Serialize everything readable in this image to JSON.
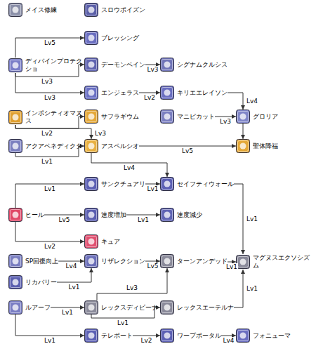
{
  "diagram": {
    "nodes": [
      {
        "text": [
          "メイス修練"
        ]
      },
      {
        "text": [
          "スロウポイズン"
        ]
      },
      {
        "text": [
          "ブレッシング"
        ]
      },
      {
        "text": [
          "ディバインプロテクショ"
        ]
      },
      {
        "text": [
          "デーモンベイン"
        ]
      },
      {
        "text": [
          "シグナムクルシス"
        ]
      },
      {
        "text": [
          "エンジェラス"
        ]
      },
      {
        "text": [
          "キリエエレイソン"
        ]
      },
      {
        "text": [
          "インポシティオマヌス"
        ]
      },
      {
        "text": [
          "サフラギウム"
        ]
      },
      {
        "text": [
          "マニピカット"
        ]
      },
      {
        "text": [
          "グロリア"
        ]
      },
      {
        "text": [
          "アクアベネディクタ"
        ]
      },
      {
        "text": [
          "アスペルシオ"
        ]
      },
      {
        "text": [
          "聖体降福"
        ]
      },
      {
        "text": [
          "サンクチュアリ"
        ]
      },
      {
        "text": [
          "セイフティウォール"
        ]
      },
      {
        "text": [
          "ヒール"
        ]
      },
      {
        "text": [
          "速度増加"
        ]
      },
      {
        "text": [
          "速度減少"
        ]
      },
      {
        "text": [
          "キュア"
        ]
      },
      {
        "text": [
          "SP回復向上"
        ]
      },
      {
        "text": [
          "リザレクション"
        ]
      },
      {
        "text": [
          "ターンアンデッド"
        ]
      },
      {
        "text": [
          "マグヌスエクソシズム"
        ]
      },
      {
        "text": [
          "リカバリー"
        ]
      },
      {
        "text": [
          "ルアーフ"
        ]
      },
      {
        "text": [
          "レックスディビーナ"
        ]
      },
      {
        "text": [
          "レックスエーテルナ"
        ]
      },
      {
        "text": [
          "テレポート"
        ]
      },
      {
        "text": [
          "ワープポータル"
        ]
      },
      {
        "text": [
          "フォニューマ"
        ]
      }
    ],
    "edges": [
      {
        "from": 3,
        "to": 2,
        "arrow": "to",
        "label": "Lv5"
      },
      {
        "from": 3,
        "to": 4,
        "arrow": "to",
        "label": "Lv3"
      },
      {
        "from": 4,
        "to": 5,
        "arrow": "to",
        "label": "Lv3"
      },
      {
        "from": 3,
        "to": 6,
        "arrow": "to",
        "label": "Lv3"
      },
      {
        "from": 6,
        "to": 7,
        "arrow": "to",
        "label": "Lv2"
      },
      {
        "from": 7,
        "to": 11,
        "arrow": "to",
        "label": "Lv4"
      },
      {
        "from": 10,
        "to": 11,
        "arrow": "to",
        "label": "Lv3"
      },
      {
        "from": 11,
        "to": 14,
        "arrow": "to"
      },
      {
        "from": 8,
        "to": 9,
        "arrow": "to",
        "label": "Lv2"
      },
      {
        "from": 8,
        "to": 13,
        "arrow": "to",
        "label": "Lv3"
      },
      {
        "from": 12,
        "to": 13,
        "arrow": "to",
        "label": "Lv1"
      },
      {
        "from": 13,
        "to": 14,
        "arrow": "to",
        "label": "Lv5"
      },
      {
        "from": 13,
        "to": 16,
        "arrow": "to",
        "label": "Lv4"
      },
      {
        "from": 15,
        "to": 16,
        "arrow": "to",
        "label": "Lv1"
      },
      {
        "from": 17,
        "to": 15,
        "arrow": "to",
        "label": "Lv1"
      },
      {
        "from": 17,
        "to": 18,
        "arrow": "to",
        "label": "Lv5"
      },
      {
        "from": 18,
        "to": 19,
        "arrow": "to",
        "label": "Lv1"
      },
      {
        "from": 17,
        "to": 20,
        "arrow": "to",
        "label": "Lv2"
      },
      {
        "from": 16,
        "to": 24,
        "arrow": "to",
        "label": "Lv1"
      },
      {
        "from": 21,
        "to": 22,
        "arrow": "to",
        "label": "Lv4"
      },
      {
        "from": 25,
        "to": 22,
        "arrow": "to",
        "label": "Lv1"
      },
      {
        "from": 22,
        "to": 23,
        "arrow": "to",
        "label": "Lv5"
      },
      {
        "from": 27,
        "to": 23,
        "arrow": "to",
        "label": "Lv3"
      },
      {
        "from": 23,
        "to": 24,
        "arrow": "to",
        "label": "Lv1"
      },
      {
        "from": 28,
        "to": 24,
        "arrow": "to",
        "label": "Lv1"
      },
      {
        "from": 26,
        "to": 27,
        "arrow": "to",
        "label": "Lv1"
      },
      {
        "from": 27,
        "to": 28,
        "arrow": "to",
        "label": "Lv1"
      },
      {
        "from": 26,
        "to": 29,
        "arrow": "to",
        "label": "Lv1"
      },
      {
        "from": 29,
        "to": 30,
        "arrow": "to",
        "label": "Lv2"
      },
      {
        "from": 30,
        "to": 31,
        "arrow": "to",
        "label": "Lv4"
      }
    ]
  }
}
